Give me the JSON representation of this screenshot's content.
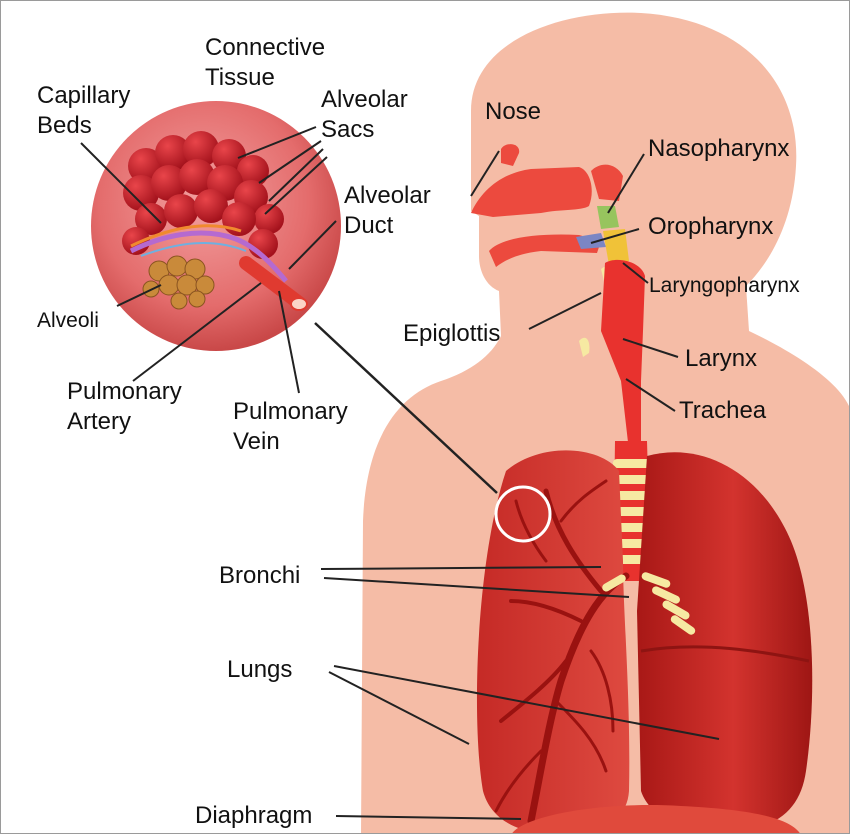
{
  "title": "",
  "colors": {
    "skin": "#f5bca6",
    "airway": "#e8322e",
    "lung_dark": "#b51e1c",
    "lung_light": "#d83a34",
    "cartilage": "#f6e9a2",
    "circle_bg": "#e46c6c"
  },
  "labels": {
    "connective_tissue": [
      "Connective",
      "Tissue"
    ],
    "capillary_beds": [
      "Capillary",
      "Beds"
    ],
    "alveolar_sacs": [
      "Alveolar",
      "Sacs"
    ],
    "alveolar_duct": [
      "Alveolar",
      "Duct"
    ],
    "alveoli": "Alveoli",
    "pulmonary_artery": [
      "Pulmonary",
      "Artery"
    ],
    "pulmonary_vein": [
      "Pulmonary",
      "Vein"
    ],
    "nose": "Nose",
    "nasopharynx": "Nasopharynx",
    "oropharynx": "Oropharynx",
    "laryngopharynx": "Laryngopharynx",
    "epiglottis": "Epiglottis",
    "larynx": "Larynx",
    "trachea": "Trachea",
    "bronchi": "Bronchi",
    "lungs": "Lungs",
    "diaphragm": "Diaphragm"
  }
}
